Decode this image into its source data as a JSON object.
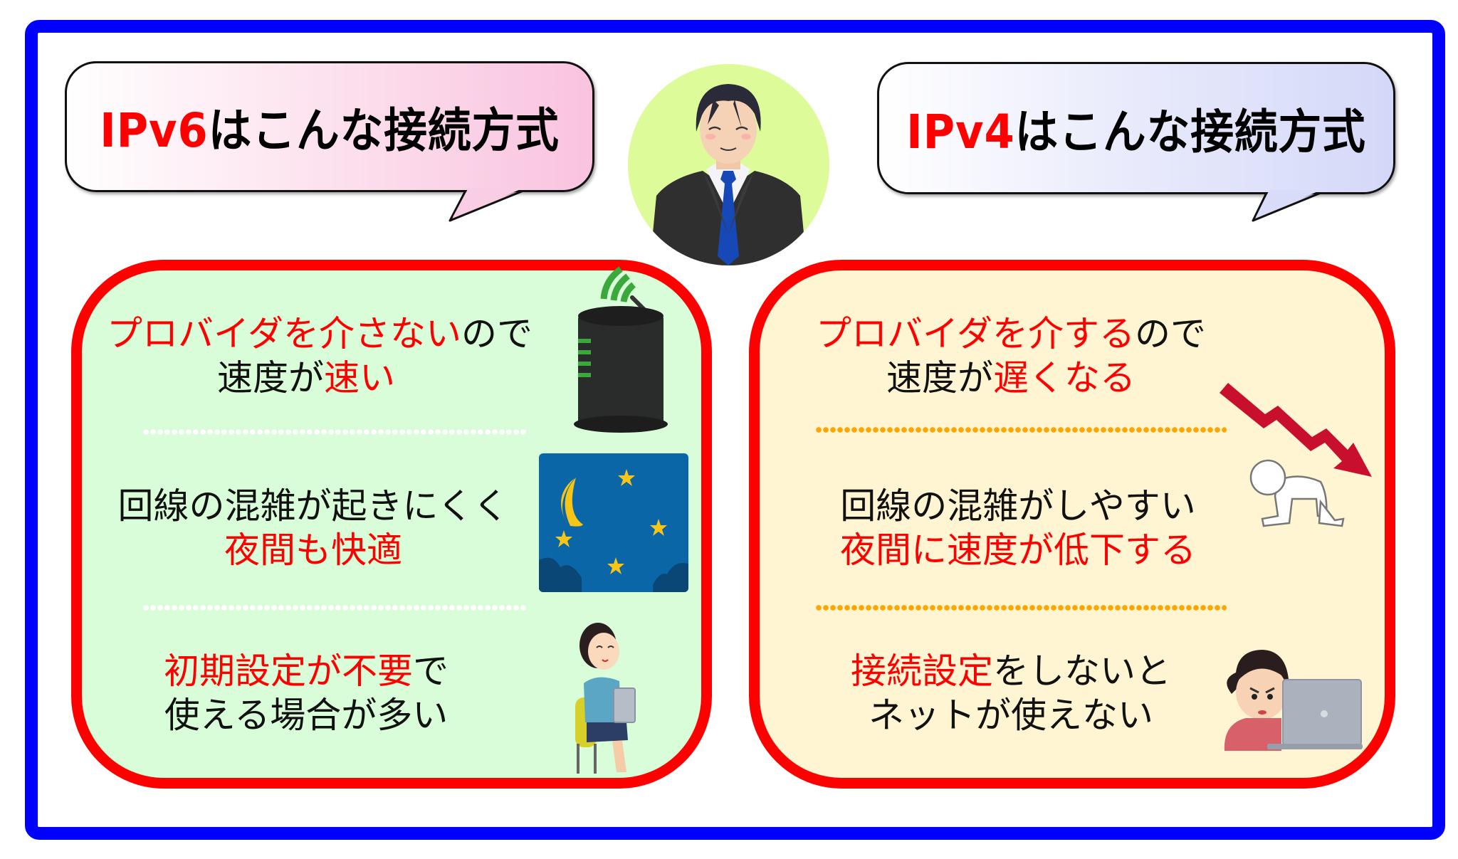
{
  "colors": {
    "frame": "#0000ff",
    "panel_border": "#ff0000",
    "left_panel_bg": "#d9fcd9",
    "right_panel_bg": "#fff5d3",
    "highlight_text": "#ff0000",
    "left_divider": "#ffffff",
    "right_divider": "#ffa500",
    "avatar_bg": "#ddfb99"
  },
  "left": {
    "title_highlight": "IPv6",
    "title_rest": "はこんな接続方式",
    "items": [
      {
        "line1_red": "プロバイダを介さない",
        "line1_black": "ので",
        "line2_black": "速度が",
        "line2_red": "速い",
        "icon": "wifi-router-icon"
      },
      {
        "line1_black": "回線の混雑が起きにくく",
        "line2_red": "夜間も快適",
        "icon": "night-sky-icon"
      },
      {
        "line1_red": "初期設定が不要",
        "line1_black": "で",
        "line2_black": "使える場合が多い",
        "icon": "woman-with-tablet-icon"
      }
    ]
  },
  "right": {
    "title_highlight": "IPv4",
    "title_rest": "はこんな接続方式",
    "items": [
      {
        "line1_red": "プロバイダを介する",
        "line1_black": "ので",
        "line2_black": "速度が",
        "line2_red": "遅くなる",
        "icon": "falling-arrow-icon"
      },
      {
        "line1_black": "回線の混雑がしやすい",
        "line2_red": "夜間に速度が低下する",
        "icon": "discouraged-person-icon"
      },
      {
        "line1_red": "接続設定",
        "line1_black": "をしないと",
        "line2_black": "ネットが使えない",
        "icon": "frustrated-woman-laptop-icon"
      }
    ]
  },
  "avatar": {
    "icon": "businessman-avatar-icon"
  }
}
